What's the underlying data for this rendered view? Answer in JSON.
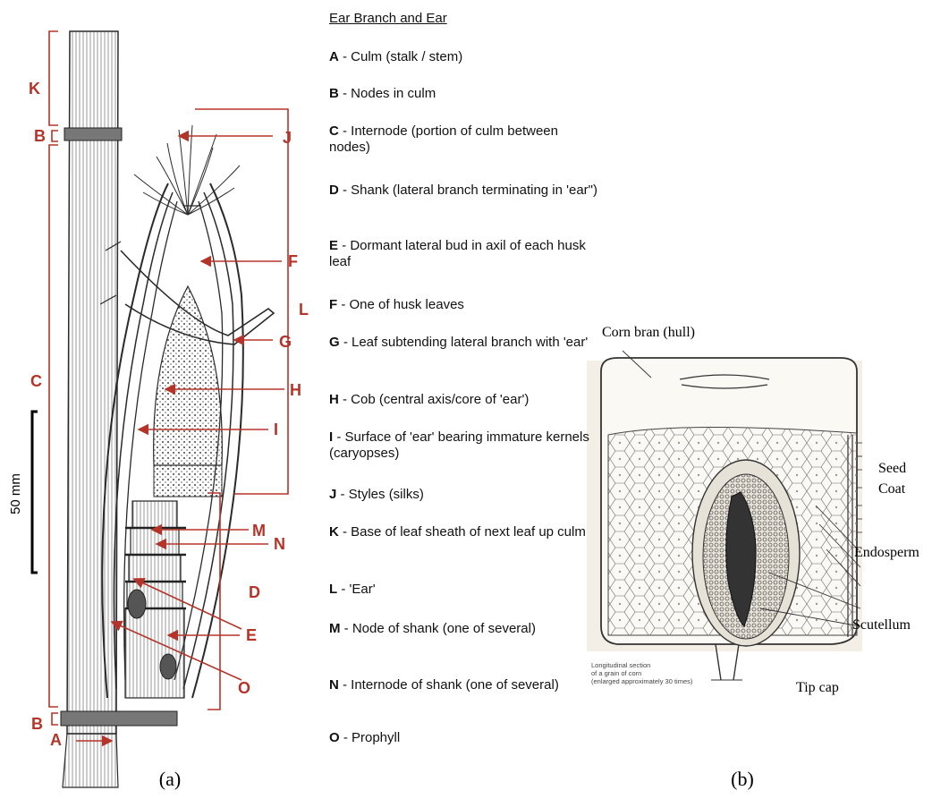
{
  "panel_a": {
    "legend_title": "Ear Branch and Ear",
    "items": [
      {
        "key": "A",
        "text": " - Culm (stalk / stem)"
      },
      {
        "key": "B",
        "text": " - Nodes in culm"
      },
      {
        "key": "C",
        "text": " - Internode (portion of culm between nodes)"
      },
      {
        "key": "D",
        "text": " - Shank (lateral branch terminating in 'ear\")"
      },
      {
        "key": "E",
        "text": " - Dormant lateral bud in axil of each husk leaf"
      },
      {
        "key": "F",
        "text": " - One of husk leaves"
      },
      {
        "key": "G",
        "text": " - Leaf subtending lateral branch with 'ear'"
      },
      {
        "key": "H",
        "text": " - Cob (central axis/core of 'ear')"
      },
      {
        "key": "I",
        "text": " - Surface of 'ear' bearing immature kernels (caryopses)"
      },
      {
        "key": "J",
        "text": " - Styles (silks)"
      },
      {
        "key": "K",
        "text": " - Base of leaf sheath of next leaf up culm"
      },
      {
        "key": "L",
        "text": " - 'Ear'"
      },
      {
        "key": "M",
        "text": " - Node of shank (one of several)"
      },
      {
        "key": "N",
        "text": " - Internode of shank (one of several)"
      },
      {
        "key": "O",
        "text": " - Prophyll"
      }
    ],
    "scale_label": "50 mm",
    "caption": "(a)",
    "colors": {
      "label": "#b5342a",
      "ink": "#2a2a2a"
    }
  },
  "panel_b": {
    "labels": {
      "corn_bran": "Corn bran (hull)",
      "seed": "Seed",
      "coat": "Coat",
      "endosperm": "Endosperm",
      "scutellum": "Scutellum",
      "tip_cap": "Tip cap"
    },
    "inset_caption": [
      "Longitudinal section",
      "of a grain of corn",
      "(enlarged approximately 30 times)"
    ],
    "caption": "(b)",
    "colors": {
      "background": "#f4efe6",
      "ink": "#333333"
    }
  }
}
